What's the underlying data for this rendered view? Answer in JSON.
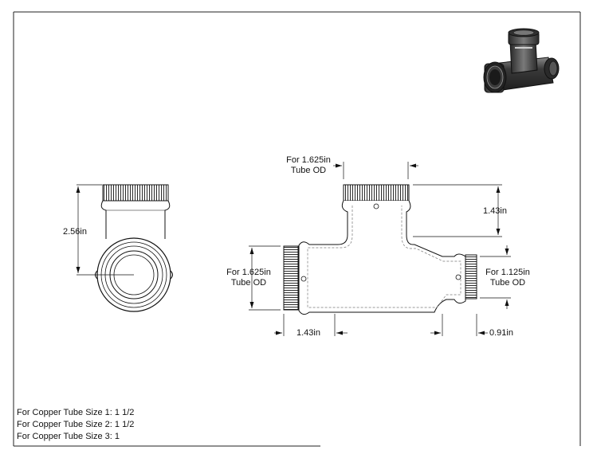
{
  "drawing": {
    "front_view": {
      "height_dim": "2.56in"
    },
    "side_view": {
      "top_outlet_label_line1": "For 1.625in",
      "top_outlet_label_line2": "Tube OD",
      "branch_height_dim": "1.43in",
      "left_inlet_label_line1": "For 1.625in",
      "left_inlet_label_line2": "Tube OD",
      "right_outlet_label_line1": "For 1.125in",
      "right_outlet_label_line2": "Tube OD",
      "left_socket_dim": "1.43in",
      "right_socket_dim": "0.91in"
    },
    "notes": [
      "For Copper Tube Size 1: 1 1/2",
      "For Copper Tube Size 2: 1 1/2",
      "For Copper Tube Size 3: 1"
    ]
  },
  "colors": {
    "line": "#111111",
    "hidden": "#777777",
    "render_dark": "#2b2b2b",
    "render_mid": "#6e6e6e",
    "render_light": "#cfcfcf"
  }
}
